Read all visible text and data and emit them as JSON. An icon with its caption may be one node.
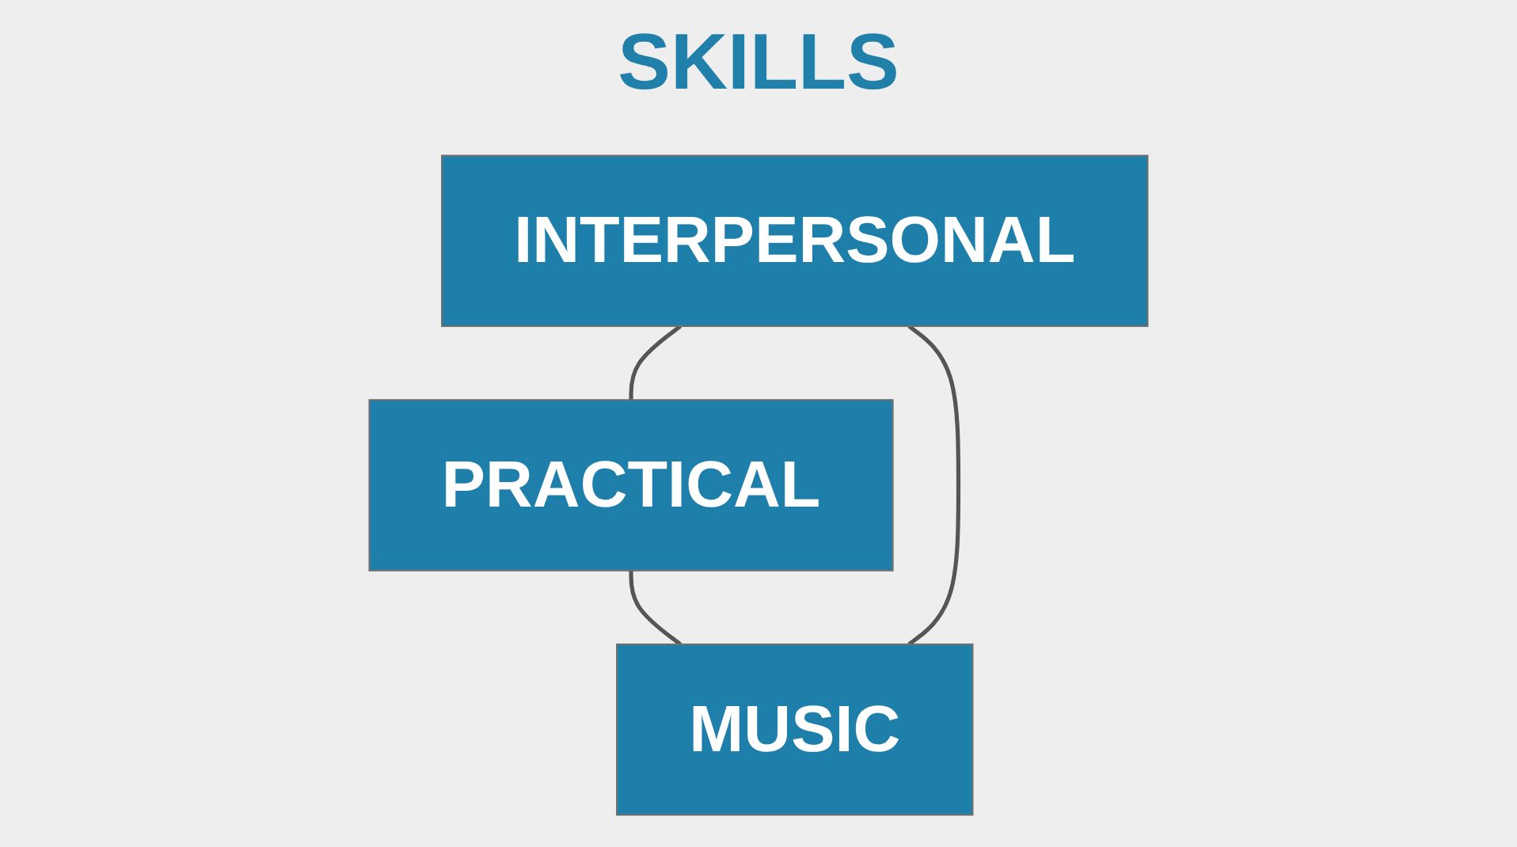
{
  "diagram": {
    "title": "SKILLS",
    "nodes": [
      {
        "text": [
          "INTERPERSONAL"
        ]
      },
      {
        "text": [
          "PRACTICAL"
        ]
      },
      {
        "text": [
          "MUSIC"
        ]
      }
    ],
    "edges": [
      {
        "from": 0,
        "to": 1,
        "arrow": "none"
      },
      {
        "from": 1,
        "to": 2,
        "arrow": "none"
      },
      {
        "from": 2,
        "to": 0,
        "arrow": "none"
      }
    ]
  }
}
